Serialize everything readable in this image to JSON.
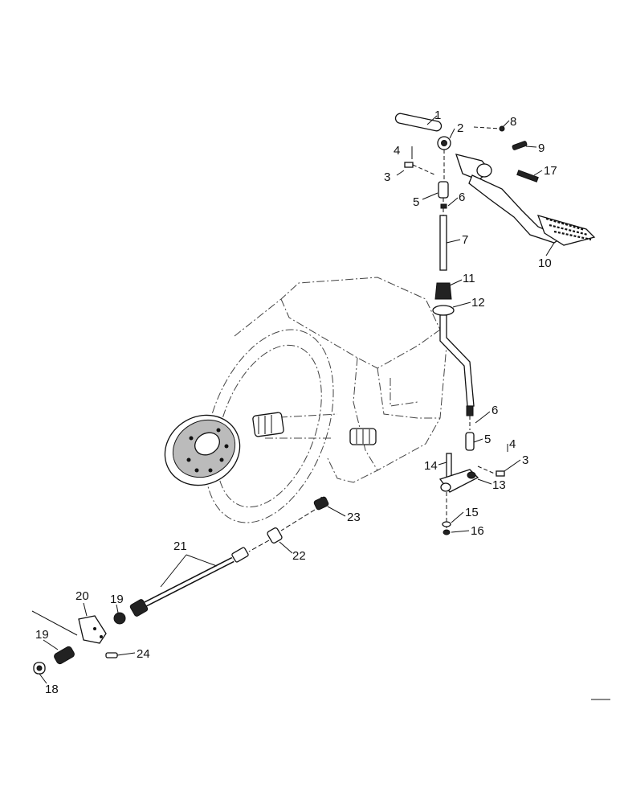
{
  "callouts": [
    {
      "id": "l1",
      "text": "1"
    },
    {
      "id": "l2",
      "text": "2"
    },
    {
      "id": "l8",
      "text": "8"
    },
    {
      "id": "l9",
      "text": "9"
    },
    {
      "id": "l41",
      "text": "4"
    },
    {
      "id": "l31",
      "text": "3"
    },
    {
      "id": "l17",
      "text": "17"
    },
    {
      "id": "l51",
      "text": "5"
    },
    {
      "id": "l61",
      "text": "6"
    },
    {
      "id": "l7",
      "text": "7"
    },
    {
      "id": "l10",
      "text": "10"
    },
    {
      "id": "l11",
      "text": "11"
    },
    {
      "id": "l12",
      "text": "12"
    },
    {
      "id": "l62",
      "text": "6"
    },
    {
      "id": "l52",
      "text": "5"
    },
    {
      "id": "l42",
      "text": "4"
    },
    {
      "id": "l32",
      "text": "3"
    },
    {
      "id": "l14",
      "text": "14"
    },
    {
      "id": "l13",
      "text": "13"
    },
    {
      "id": "l15",
      "text": "15"
    },
    {
      "id": "l16",
      "text": "16"
    },
    {
      "id": "l23",
      "text": "23"
    },
    {
      "id": "l22",
      "text": "22"
    },
    {
      "id": "l21",
      "text": "21"
    },
    {
      "id": "l20",
      "text": "20"
    },
    {
      "id": "l191",
      "text": "19"
    },
    {
      "id": "l192",
      "text": "19"
    },
    {
      "id": "l24",
      "text": "24"
    },
    {
      "id": "l18",
      "text": "18"
    }
  ]
}
